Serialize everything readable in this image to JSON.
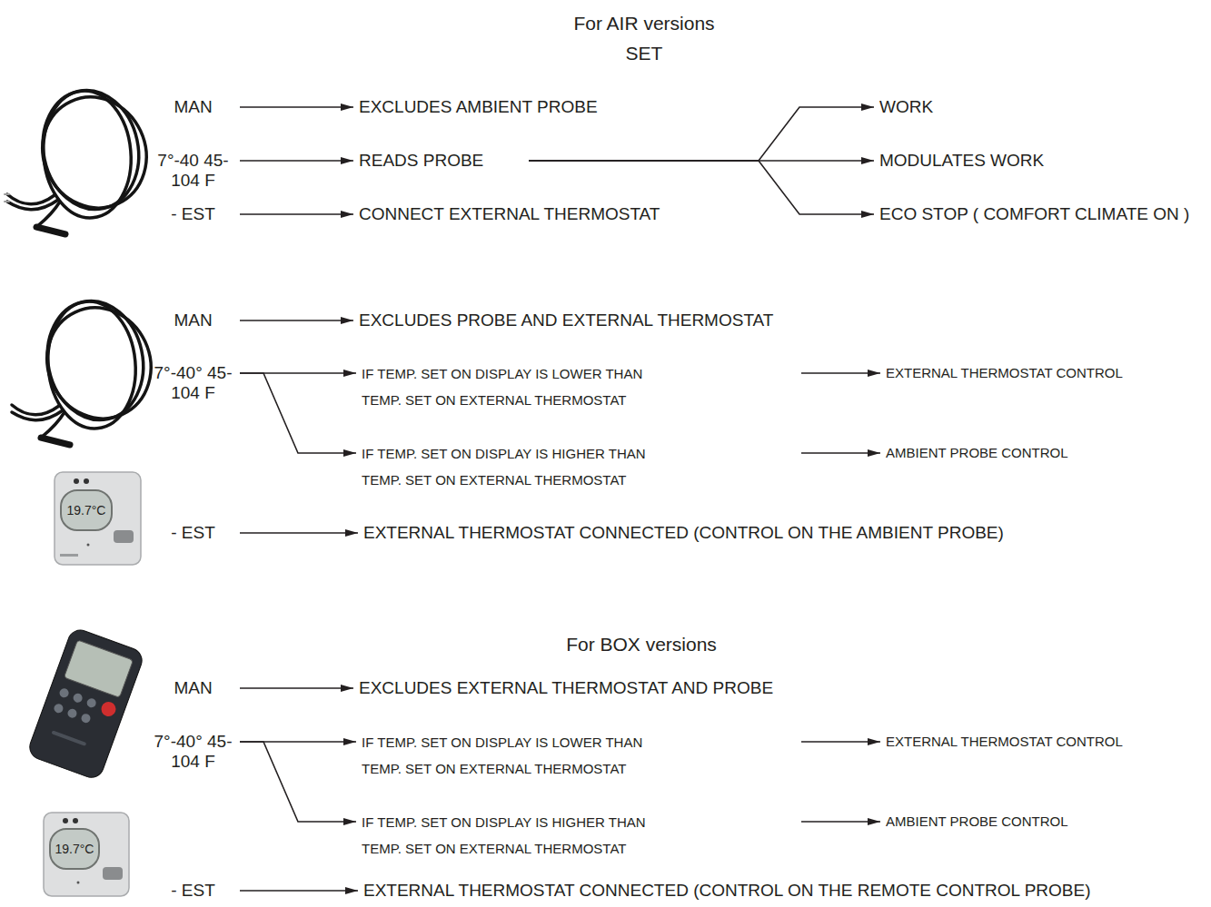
{
  "diagram": {
    "title": "For AIR versions",
    "nodes": [
      {
        "text": [
          "MAN"
        ]
      },
      {
        "text": [
          "EXCLUDES AMBIENT PROBE"
        ]
      },
      {
        "text": [
          "7°-40 45-104 F"
        ]
      },
      {
        "text": [
          "READS PROBE"
        ]
      },
      {
        "text": [
          "- EST"
        ]
      },
      {
        "text": [
          "CONNECT EXTERNAL THERMOSTAT"
        ]
      },
      {
        "text": [
          "WORK"
        ]
      },
      {
        "text": [
          "MODULATES WORK"
        ]
      },
      {
        "text": [
          "ECO STOP ( COMFORT CLIMATE ON )"
        ]
      },
      {
        "text": [
          "MAN"
        ]
      },
      {
        "text": [
          "EXCLUDES PROBE AND EXTERNAL THERMOSTAT"
        ]
      },
      {
        "text": [
          "7°-40° 45-104 F"
        ]
      },
      {
        "text": [
          "IF TEMP. SET ON DISPLAY IS LOWER THAN TEMP. SET ON EXTERNAL THERMOSTAT"
        ]
      },
      {
        "text": [
          "EXTERNAL THERMOSTAT CONTROL"
        ]
      },
      {
        "text": [
          "IF TEMP. SET ON DISPLAY IS HIGHER THAN TEMP. SET ON EXTERNAL THERMOSTAT"
        ]
      },
      {
        "text": [
          "AMBIENT PROBE CONTROL"
        ]
      },
      {
        "text": [
          "- EST"
        ]
      },
      {
        "text": [
          "EXTERNAL THERMOSTAT CONNECTED (CONTROL ON THE AMBIENT PROBE)"
        ]
      },
      {
        "text": [
          "MAN"
        ]
      },
      {
        "text": [
          "EXCLUDES EXTERNAL THERMOSTAT AND PROBE"
        ]
      },
      {
        "text": [
          "7°-40° 45-104 F"
        ]
      },
      {
        "text": [
          "IF TEMP. SET ON DISPLAY IS LOWER THAN TEMP. SET ON EXTERNAL THERMOSTAT"
        ]
      },
      {
        "text": [
          "EXTERNAL THERMOSTAT CONTROL"
        ]
      },
      {
        "text": [
          "IF TEMP. SET ON DISPLAY IS HIGHER THAN TEMP. SET ON EXTERNAL THERMOSTAT"
        ]
      },
      {
        "text": [
          "AMBIENT PROBE CONTROL"
        ]
      },
      {
        "text": [
          "- EST"
        ]
      },
      {
        "text": [
          "EXTERNAL THERMOSTAT CONNECTED (CONTROL ON THE REMOTE CONTROL PROBE)"
        ]
      }
    ],
    "edges": [
      {
        "from": 0,
        "to": 1,
        "arrow": "to"
      },
      {
        "from": 2,
        "to": 3,
        "arrow": "to"
      },
      {
        "from": 4,
        "to": 5,
        "arrow": "to"
      },
      {
        "from": 3,
        "to": 6,
        "arrow": "to"
      },
      {
        "from": 3,
        "to": 7,
        "arrow": "to"
      },
      {
        "from": 3,
        "to": 8,
        "arrow": "to"
      },
      {
        "from": 9,
        "to": 10,
        "arrow": "to"
      },
      {
        "from": 11,
        "to": 12,
        "arrow": "to"
      },
      {
        "from": 12,
        "to": 13,
        "arrow": "to"
      },
      {
        "from": 11,
        "to": 14,
        "arrow": "to"
      },
      {
        "from": 14,
        "to": 15,
        "arrow": "to"
      },
      {
        "from": 16,
        "to": 17,
        "arrow": "to"
      },
      {
        "from": 18,
        "to": 19,
        "arrow": "to"
      },
      {
        "from": 20,
        "to": 21,
        "arrow": "to"
      },
      {
        "from": 21,
        "to": 22,
        "arrow": "to"
      },
      {
        "from": 20,
        "to": 23,
        "arrow": "to"
      },
      {
        "from": 23,
        "to": 24,
        "arrow": "to"
      },
      {
        "from": 25,
        "to": 26,
        "arrow": "to"
      }
    ],
    "labels": [
      "SET",
      "For BOX versions",
      "19.7°C",
      "19.7°C"
    ]
  }
}
